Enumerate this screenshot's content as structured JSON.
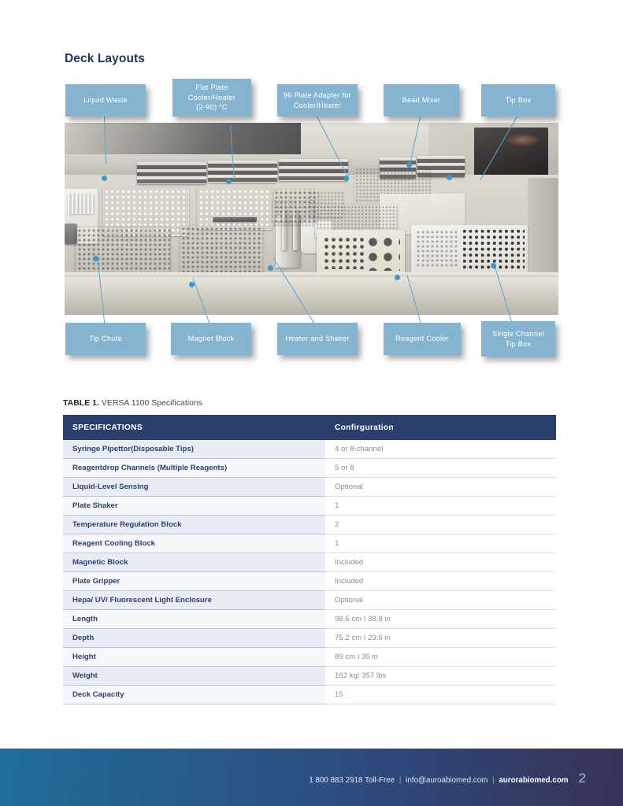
{
  "page": {
    "title": "Deck Layouts",
    "number": "2"
  },
  "figure": {
    "callouts_top": [
      {
        "name": "liquid-waste",
        "label": "Liquid Waste"
      },
      {
        "name": "flat-plate-cooler-heater",
        "label": "Flat Plate\nCooler/Heater\n(2-90) °C"
      },
      {
        "name": "plate-adapter-cooler-heater",
        "label": "96 Plate Adapter for\nCooler/Heater"
      },
      {
        "name": "bead-mixer",
        "label": "Bead Mixer"
      },
      {
        "name": "tip-box",
        "label": "Tip Box"
      }
    ],
    "callouts_bottom": [
      {
        "name": "tip-chute",
        "label": "Tip Chute"
      },
      {
        "name": "magnet-block",
        "label": "Magnet Block"
      },
      {
        "name": "heater-and-shaker",
        "label": "Heater and Shaker"
      },
      {
        "name": "reagent-cooler",
        "label": "Reagent Cooler"
      },
      {
        "name": "single-channel-tip-box",
        "label": "Single Channel\nTip Box"
      }
    ],
    "accent_color": "#84b4cf",
    "leader_color": "#5ba7d0"
  },
  "table": {
    "caption_label": "TABLE 1.",
    "caption_text": " VERSA 1100 Specifications",
    "header_color": "#2b3f6b",
    "columns": [
      "SPECIFICATIONS",
      "Confirguration"
    ],
    "rows": [
      {
        "spec": "Syringe Pipettor(Disposable Tips)",
        "conf": "4 or 8-channel"
      },
      {
        "spec": "Reagentdrop Channels (Multiple Reagents)",
        "conf": "5 or 8"
      },
      {
        "spec": "Liquid-Level Sensing",
        "conf": "Optional"
      },
      {
        "spec": "Plate Shaker",
        "conf": "1"
      },
      {
        "spec": "Temperature Regulation Block",
        "conf": "2"
      },
      {
        "spec": "Reagent Cooling Block",
        "conf": "1"
      },
      {
        "spec": "Magnetic Block",
        "conf": "Included"
      },
      {
        "spec": "Plate Gripper",
        "conf": "Included"
      },
      {
        "spec": "Hepa/ UV/ Fluorescent Light Enclosure",
        "conf": "Optional"
      },
      {
        "spec": "Length",
        "conf": "98.5 cm I 38.8 in"
      },
      {
        "spec": "Depth",
        "conf": "75.2 cm I 29.6 in"
      },
      {
        "spec": "Height",
        "conf": "89 cm I 35 in"
      },
      {
        "spec": "Weight",
        "conf": "162 kg/ 357 lbs"
      },
      {
        "spec": "Deck Capacity",
        "conf": "15"
      }
    ]
  },
  "footer": {
    "phone": "1 800 883 2918 Toll-Free",
    "email": "info@auroabiomed.com",
    "website": "aurorabiomed.com",
    "separator": "|"
  }
}
